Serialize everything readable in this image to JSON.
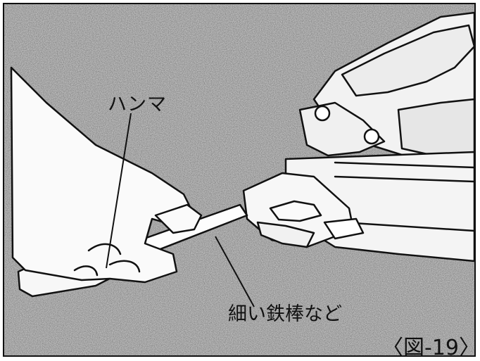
{
  "labels": {
    "hammer": "ハンマ",
    "thin_rod": "細い鉄棒など",
    "figure": "〈図-19〉"
  }
}
